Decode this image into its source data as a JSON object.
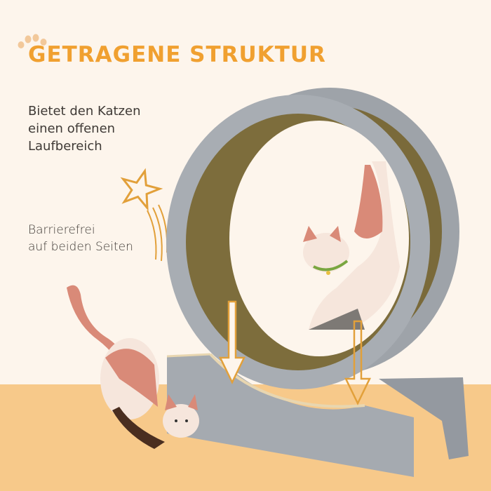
{
  "header": {
    "title": "GETRAGENE STRUKTUR",
    "icon": "paw-icon"
  },
  "features": [
    {
      "lines": [
        "Bietet den Katzen",
        "einen offenen",
        "Laufbereich"
      ]
    },
    {
      "lines": [
        "Barrierefrei",
        "auf beiden Seiten"
      ]
    }
  ],
  "illustration": {
    "subject": "cat-running-wheel",
    "icons": [
      "star-icon",
      "arrow-down-icon",
      "arrow-down-icon"
    ]
  },
  "colors": {
    "background": "#fdf5ec",
    "floor": "#f7c98a",
    "accent": "#f0a030",
    "text": "#3f3a36",
    "wood": "#9da3a8",
    "scratch_pad": "#7a6a3a",
    "cat_fur": "#d98a78"
  }
}
